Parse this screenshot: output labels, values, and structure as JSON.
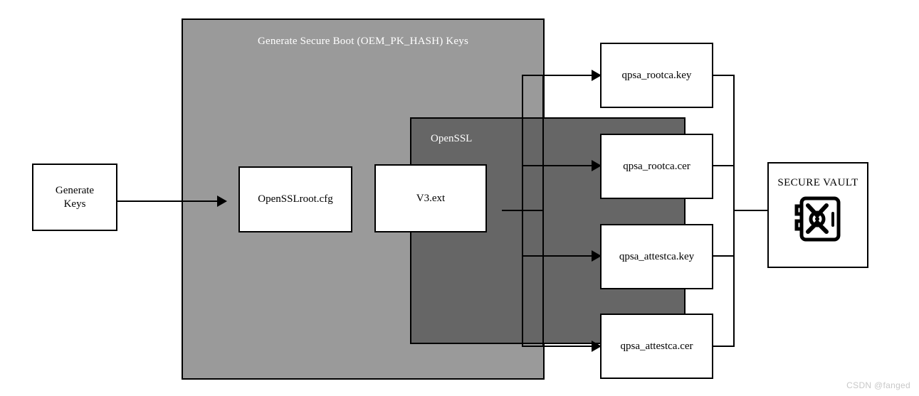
{
  "diagram": {
    "title": "Generate Secure Boot (OEM_PK_HASH) Keys",
    "inner_title": "OpenSSL",
    "start_node": {
      "label": "Generate\nKeys",
      "line1": "Generate",
      "line2": "Keys"
    },
    "config_nodes": [
      {
        "label": "OpenSSLroot.cfg"
      },
      {
        "label": "V3.ext"
      }
    ],
    "output_nodes": [
      {
        "label": "qpsa_rootca.key"
      },
      {
        "label": "qpsa_rootca.cer"
      },
      {
        "label": "qpsa_attestca.key"
      },
      {
        "label": "qpsa_attestca.cer"
      }
    ],
    "destination": {
      "label": "SECURE VAULT",
      "icon": "vault-icon"
    },
    "colors": {
      "outer_fill": "#9a9a9a",
      "inner_fill": "#666666",
      "node_fill": "#ffffff",
      "stroke": "#000000",
      "title_text": "#ffffff",
      "watermark": "#c8c8c8"
    }
  },
  "watermark": "CSDN @fanged"
}
